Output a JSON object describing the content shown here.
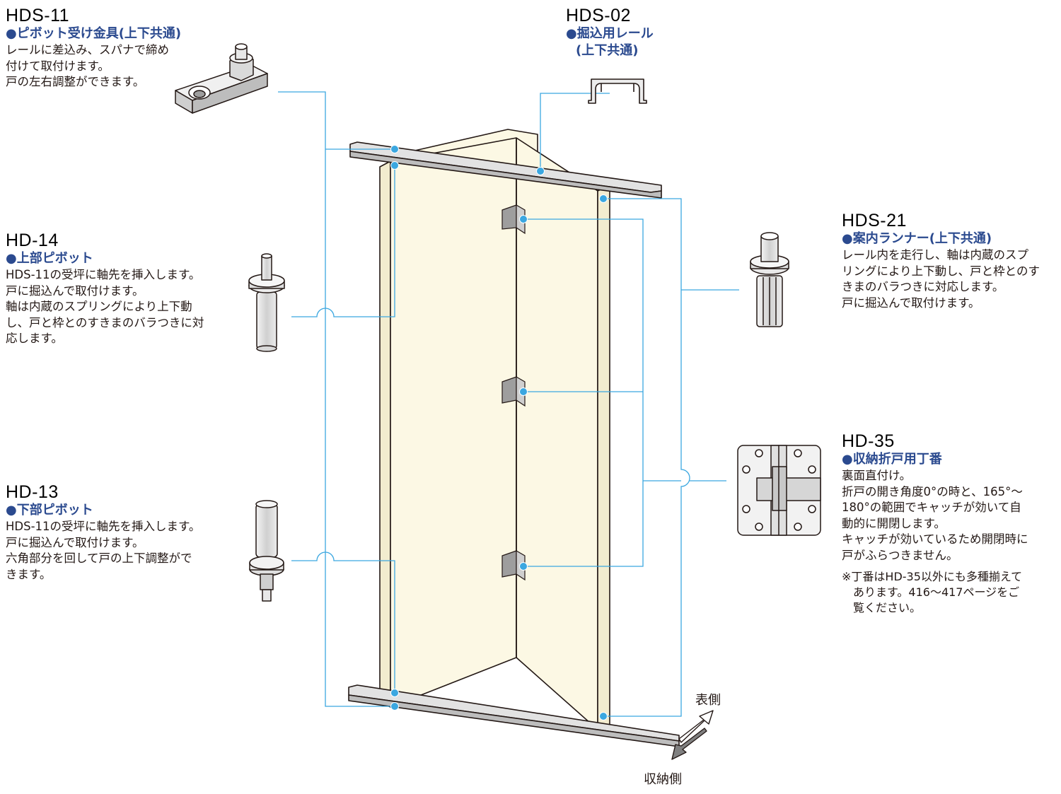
{
  "parts": [
    {
      "id": "hds11",
      "code": "HDS-11",
      "name": "●ピボット受け金具(上下共通)",
      "desc": "レールに差込み、スパナで締め\n付けて取付けます。\n戸の左右調整ができます。"
    },
    {
      "id": "hds02",
      "code": "HDS-02",
      "name": "●掘込用レール",
      "name2": "(上下共通)"
    },
    {
      "id": "hd14",
      "code": "HD-14",
      "name": "●上部ピボット",
      "desc": "HDS-11の受坪に軸先を挿入します。\n戸に掘込んで取付けます。\n軸は内蔵のスプリングにより上下動\nし、戸と枠とのすきまのバラつきに対\n応します。"
    },
    {
      "id": "hd13",
      "code": "HD-13",
      "name": "●下部ピボット",
      "desc": "HDS-11の受坪に軸先を挿入します。\n戸に掘込んで取付けます。\n六角部分を回して戸の上下調整がで\nきます。"
    },
    {
      "id": "hds21",
      "code": "HDS-21",
      "name": "●案内ランナー(上下共通)",
      "desc": "レール内を走行し、軸は内蔵のスプ\nリングにより上下動し、戸と枠とのす\nきまのバラつきに対応します。\n戸に掘込んで取付けます。"
    },
    {
      "id": "hd35",
      "code": "HD-35",
      "name": "●収納折戸用丁番",
      "desc": "裏面直付け。\n折戸の開き角度0°の時と、165°〜\n180°の範囲でキャッチが効いて自\n動的に開閉します。\nキャッチが効いているため開閉時に\n戸がふらつきません。",
      "note": "※丁番はHD-35以外にも多種揃えて\n　あります。416〜417ページをご\n　覧ください。"
    }
  ],
  "directions": {
    "front": "表側",
    "storage": "収納側"
  },
  "colors": {
    "leader": "#3ba7e0",
    "title": "#2b4a8f",
    "panel": "#fcf8e4",
    "outline": "#231815",
    "metal": "#e2e2e2"
  }
}
